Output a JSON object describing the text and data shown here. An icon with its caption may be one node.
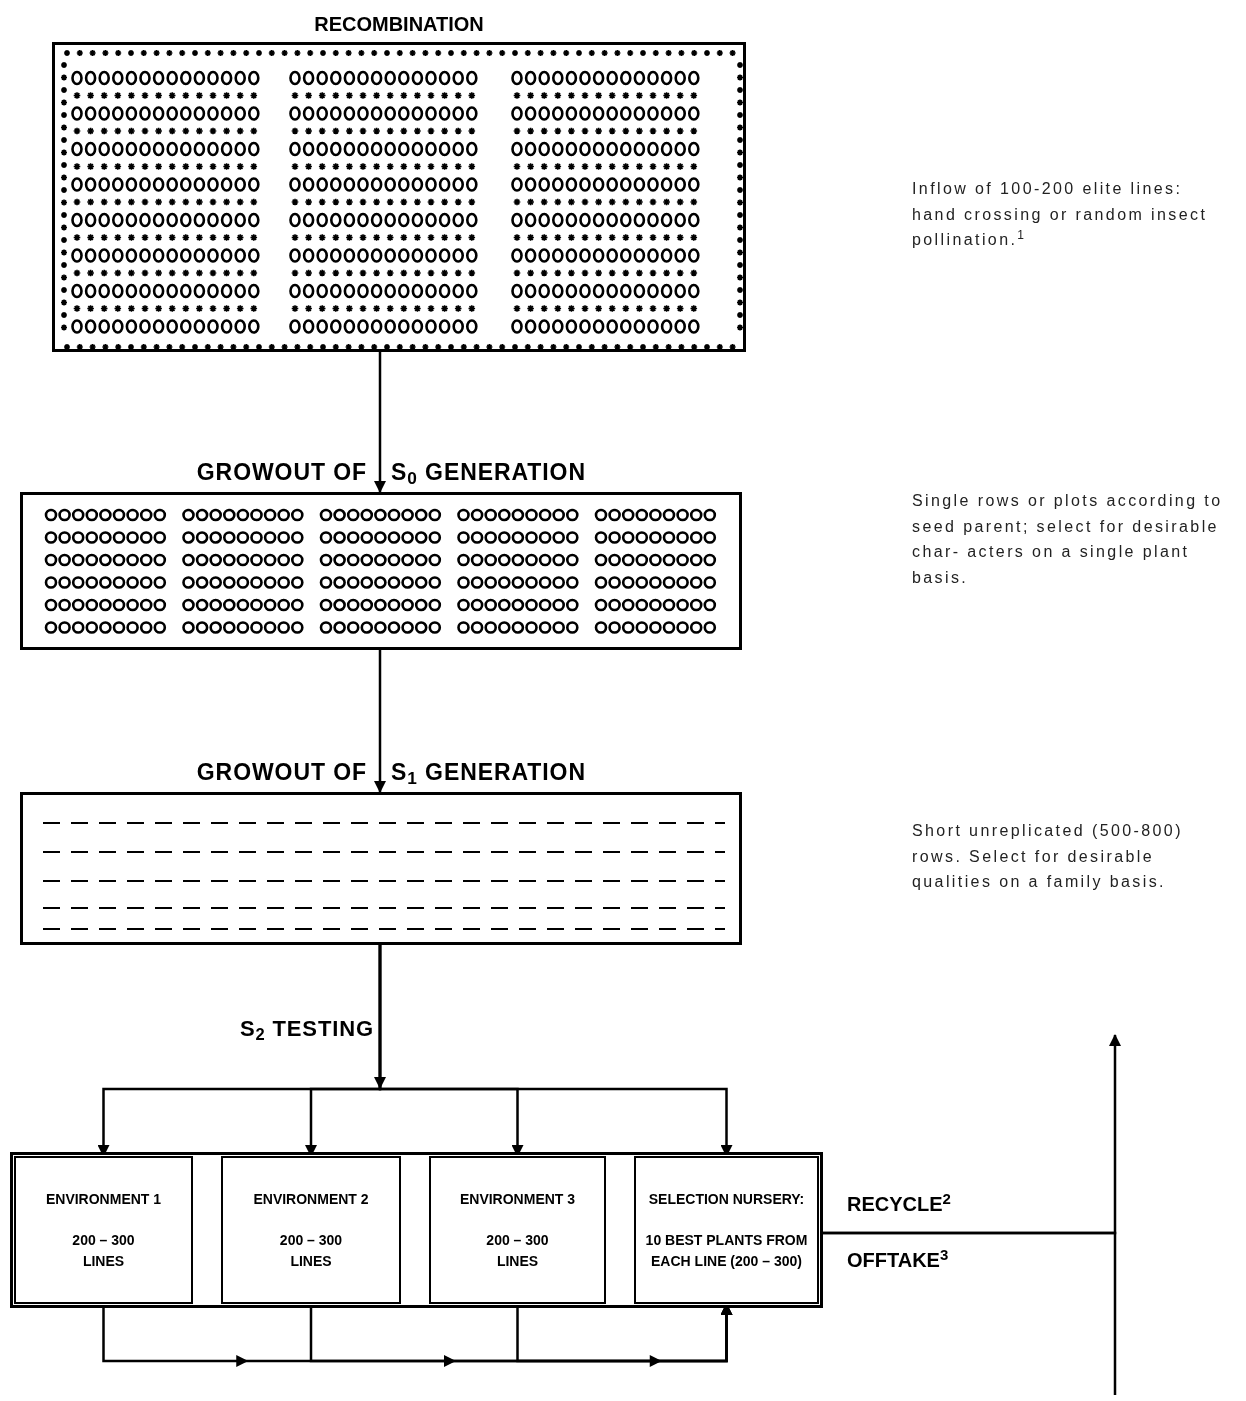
{
  "diagram": {
    "nodes": [
      {
        "text": [
          "RECOMBINATION"
        ]
      },
      {
        "text": [
          "GROWOUT OF",
          "S$_{0}$ GENERATION"
        ]
      },
      {
        "text": [
          "GROWOUT OF",
          "S$_{1}$ GENERATION"
        ]
      },
      {
        "text": [],
        "shape": "box"
      },
      {
        "text": [
          "ENVIRONMENT 1",
          "200 – 300 LINES"
        ],
        "in": 3
      },
      {
        "text": [
          "ENVIRONMENT 2",
          "200 – 300 LINES"
        ],
        "in": 3
      },
      {
        "text": [
          "ENVIRONMENT 3",
          "200 – 300 LINES"
        ],
        "in": 3
      },
      {
        "text": [
          "SELECTION NURSERY:",
          "10 BEST PLANTS FROM EACH LINE (200 – 300)"
        ],
        "in": 3
      }
    ],
    "edges": [
      {
        "from": 0,
        "to": 1,
        "arrow": "to"
      },
      {
        "from": 1,
        "to": 2,
        "arrow": "to"
      },
      {
        "from": 2,
        "to": 4,
        "arrow": "to"
      },
      {
        "from": 2,
        "to": 5,
        "arrow": "to"
      },
      {
        "from": 2,
        "to": 6,
        "arrow": "to"
      },
      {
        "from": 2,
        "to": 7,
        "arrow": "to"
      },
      {
        "from": 4,
        "to": 7,
        "arrow": "to"
      },
      {
        "from": 5,
        "to": 7,
        "arrow": "to"
      },
      {
        "from": 6,
        "to": 7,
        "arrow": "to"
      },
      {
        "from": 3,
        "to": null,
        "arrow": "to",
        "label": "RECYCLE$^{2}$"
      },
      {
        "from": 3,
        "to": null,
        "arrow": "none",
        "label": "OFFTAKE$^{3}$"
      }
    ],
    "labels": [
      "Inflow of 100-200 elite lines: hand crossing or random insect pollination.$^{1}$",
      "Single rows or plots according to seed parent; select for desirable char- acters on a single plant basis.",
      "Short unreplicated (500-800) rows. Select for desirable qualities on a family basis.",
      "S$_{2}$ TESTING"
    ]
  }
}
